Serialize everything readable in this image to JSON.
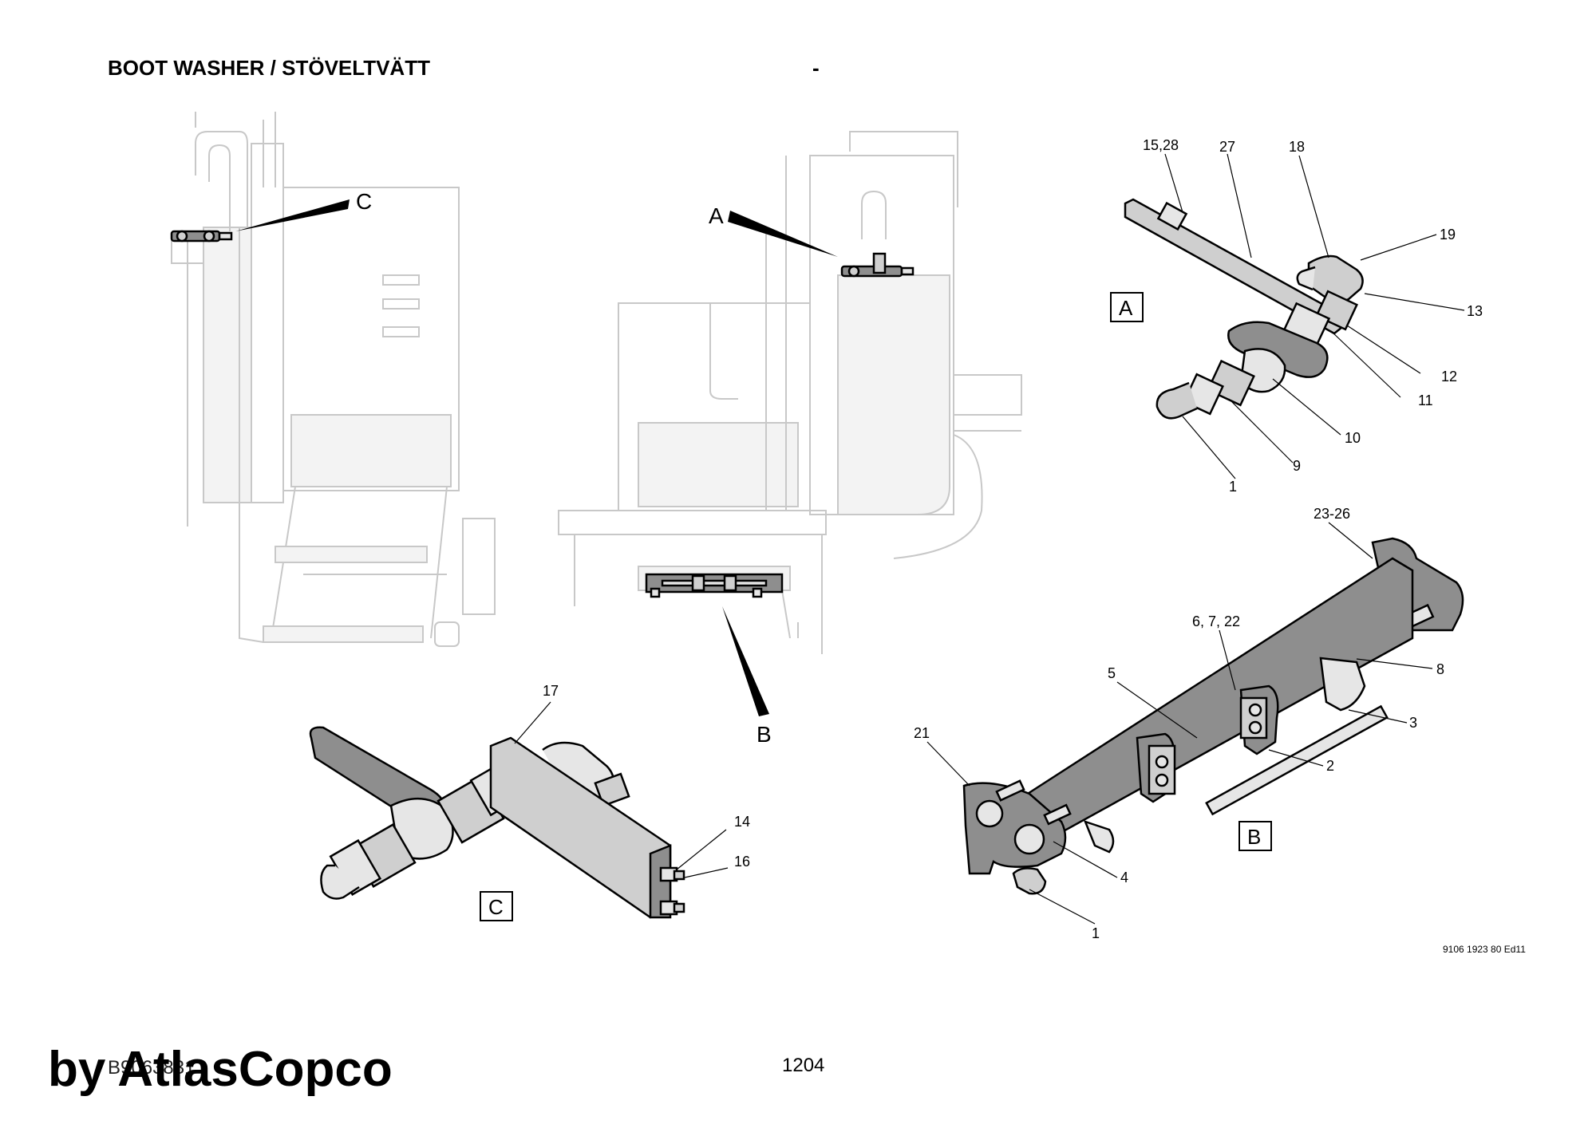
{
  "header": {
    "title": "BOOT WASHER / STÖVELTVÄTT",
    "dash": "-"
  },
  "footer": {
    "code": "B9063831",
    "page": "1204",
    "watermark": "by AtlasCopco"
  },
  "edition": "9106 1923 80 Ed11",
  "views": {
    "overview": {
      "pointer_c": "C",
      "pointer_a": "A",
      "pointer_b": "B"
    },
    "detail_a": {
      "label": "A",
      "callouts": [
        "15,28",
        "27",
        "18",
        "19",
        "13",
        "12",
        "11",
        "10",
        "9",
        "1"
      ]
    },
    "detail_b": {
      "label": "B",
      "callouts": [
        "23-26",
        "6, 7, 22",
        "8",
        "5",
        "3",
        "21",
        "2",
        "4",
        "1"
      ]
    },
    "detail_c": {
      "label": "C",
      "callouts": [
        "17",
        "14",
        "16"
      ]
    }
  }
}
